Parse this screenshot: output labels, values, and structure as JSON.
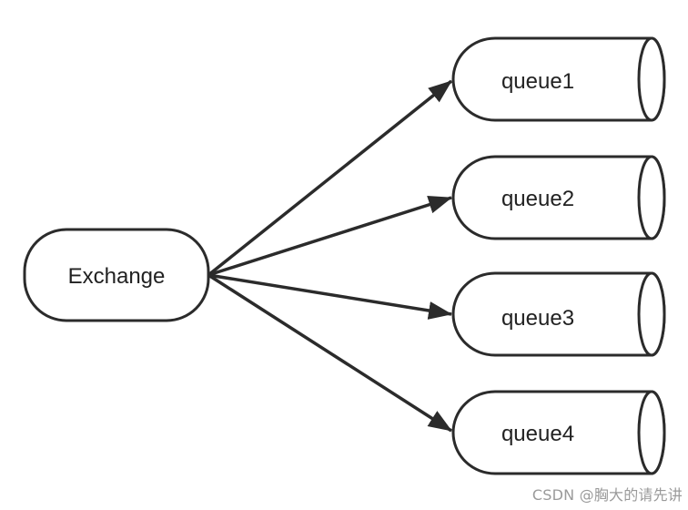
{
  "exchange": {
    "label": "Exchange"
  },
  "queues": [
    {
      "label": "queue1"
    },
    {
      "label": "queue2"
    },
    {
      "label": "queue3"
    },
    {
      "label": "queue4"
    }
  ],
  "watermark": "CSDN @胸大的请先讲",
  "colors": {
    "stroke": "#2b2b2b",
    "text": "#222222",
    "background": "#ffffff",
    "watermark": "#9a9a9a"
  }
}
